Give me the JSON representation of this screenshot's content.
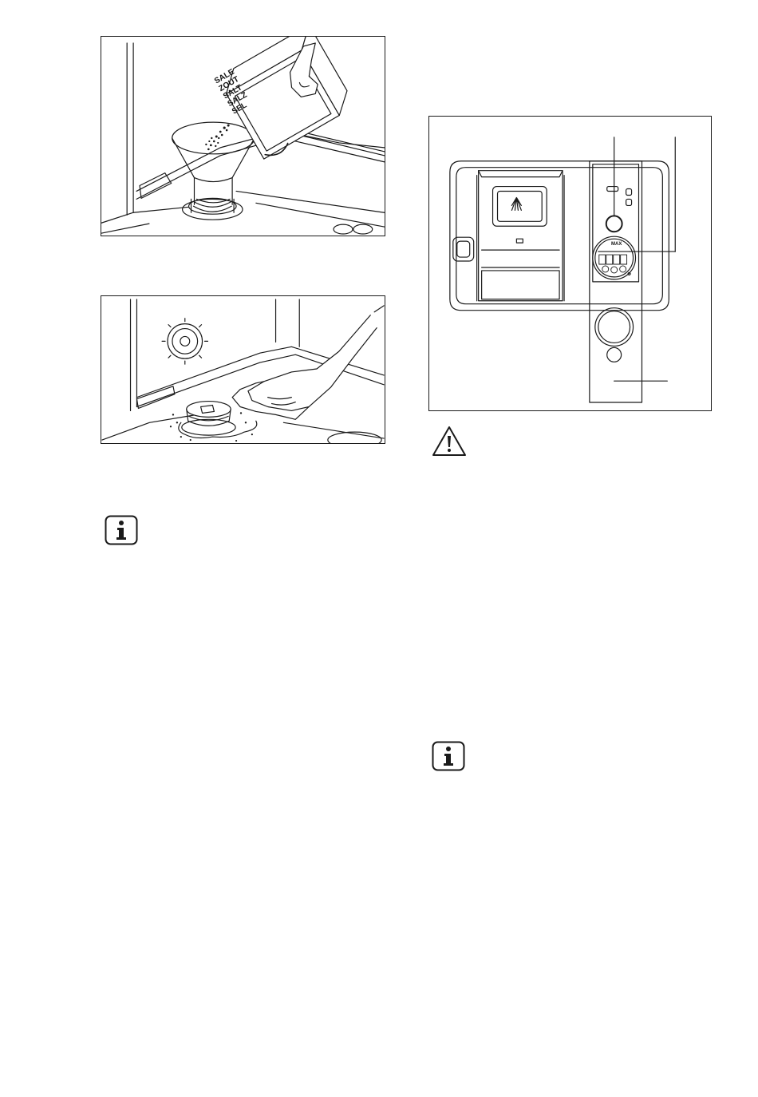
{
  "figures": {
    "salt_refill": {
      "box_labels": [
        "SALE",
        "ZOUT",
        "SALT",
        "SALZ",
        "SEL"
      ]
    },
    "panel": {
      "indicator_label": "MAX"
    }
  },
  "icons": {
    "info": "info-icon",
    "warning": "warning-icon"
  },
  "colors": {
    "line": "#1a1a1a",
    "background": "#ffffff"
  }
}
